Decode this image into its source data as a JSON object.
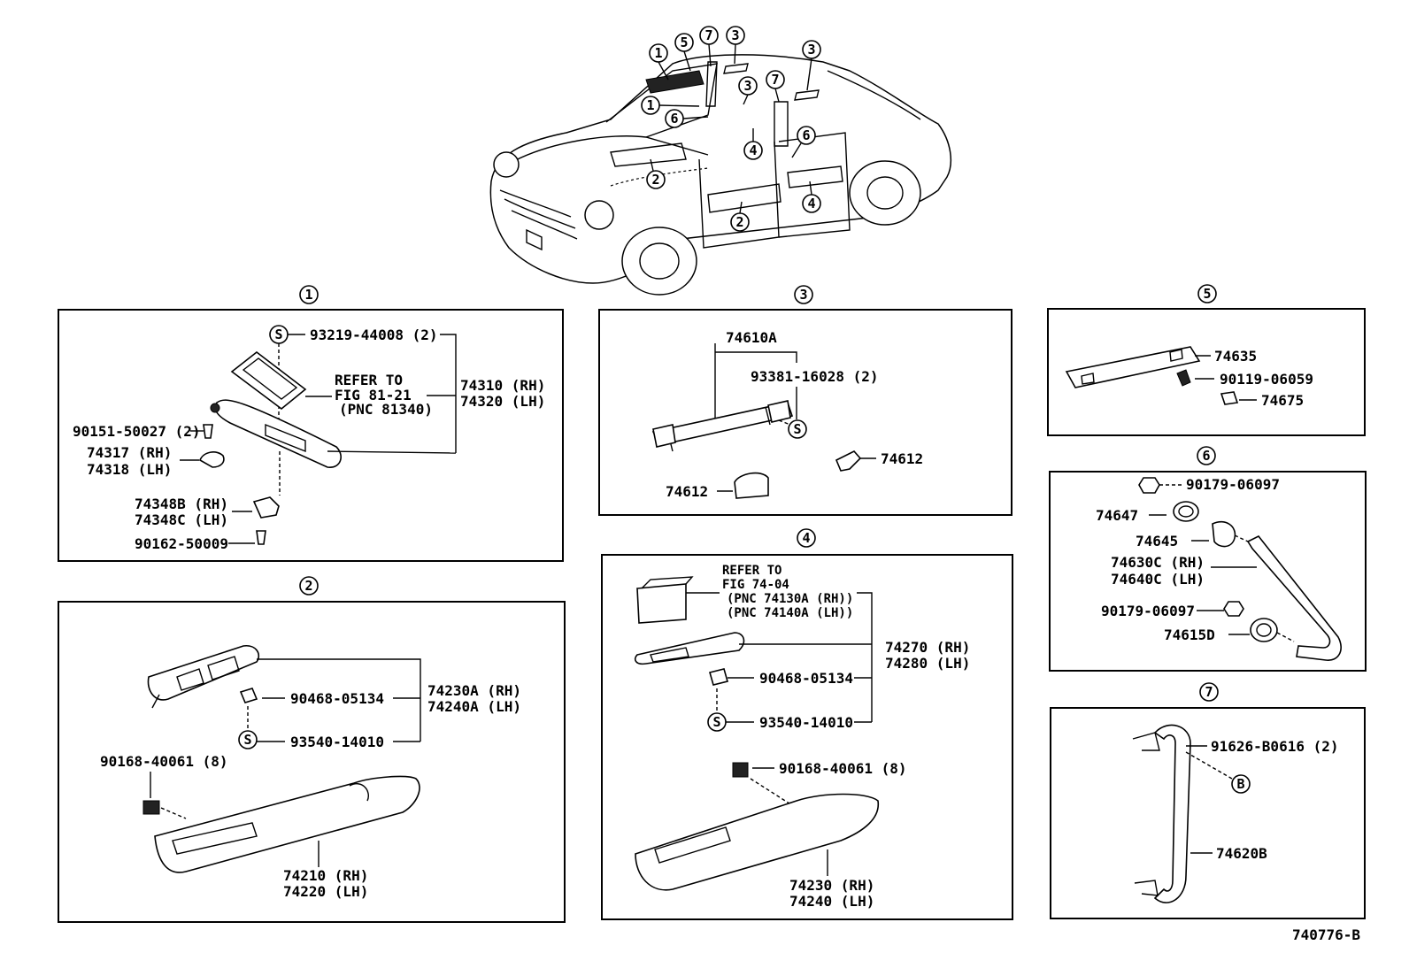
{
  "figure_code": "740776-B",
  "overview": {
    "callouts": [
      "1",
      "5",
      "7",
      "3",
      "3",
      "1",
      "3",
      "7",
      "6",
      "6",
      "4",
      "2",
      "2",
      "4"
    ]
  },
  "panels": {
    "p1": {
      "number": "1",
      "screw_symbol": "S",
      "screw_part": "93219-44008 (2)",
      "refer_line1": "REFER TO",
      "refer_line2": "FIG 81-21",
      "refer_line3": "(PNC 81340)",
      "visor_rh": "74310 (RH)",
      "visor_lh": "74320 (LH)",
      "screw2": "90151-50027 (2)",
      "holder_rh": "74317 (RH)",
      "holder_lh": "74318 (LH)",
      "bracket_rh": "74348B (RH)",
      "bracket_lh": "74348C (LH)",
      "screw3": "90162-50009"
    },
    "p2": {
      "number": "2",
      "switch_base_rh": "74230A (RH)",
      "switch_base_lh": "74240A (LH)",
      "clip": "90468-05134",
      "screw_symbol": "S",
      "screw": "93540-14010",
      "bolt": "90168-40061 (8)",
      "armrest_rh": "74210 (RH)",
      "armrest_lh": "74220 (LH)"
    },
    "p3": {
      "number": "3",
      "grip": "74610A",
      "screw": "93381-16028 (2)",
      "screw_symbol": "S",
      "cover_a": "74612",
      "cover_b": "74612"
    },
    "p4": {
      "number": "4",
      "refer_line1": "REFER TO",
      "refer_line2": "FIG 74-04",
      "refer_line3": "(PNC 74130A (RH))",
      "refer_line4": "(PNC 74140A (LH))",
      "base_rh": "74270 (RH)",
      "base_lh": "74280 (LH)",
      "clip": "90468-05134",
      "screw_symbol": "S",
      "screw": "93540-14010",
      "bolt": "90168-40061 (8)",
      "armrest_rh": "74230 (RH)",
      "armrest_lh": "74240 (LH)"
    },
    "p5": {
      "number": "5",
      "handle": "74635",
      "screw": "90119-06059",
      "cap": "74675"
    },
    "p6": {
      "number": "6",
      "nut_a": "90179-06097",
      "washer": "74647",
      "bracket": "74645",
      "grip_rh": "74630C (RH)",
      "grip_lh": "74640C (LH)",
      "nut_b": "90179-06097",
      "bracket_b": "74615D"
    },
    "p7": {
      "number": "7",
      "screw": "91626-B0616 (2)",
      "screw_symbol": "B",
      "grip": "74620B"
    }
  }
}
